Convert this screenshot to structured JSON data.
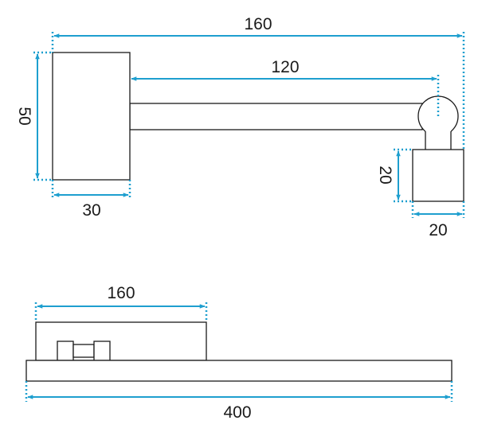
{
  "colors": {
    "dimension": "#1e9fcf",
    "outline": "#1a1a1a",
    "background": "#ffffff"
  },
  "side_view": {
    "dim_total_width": "160",
    "dim_arm_length": "120",
    "dim_base_height": "50",
    "dim_base_width": "30",
    "dim_head_height": "20",
    "dim_head_width": "20"
  },
  "front_view": {
    "dim_base_width": "160",
    "dim_fixture_length": "400"
  }
}
